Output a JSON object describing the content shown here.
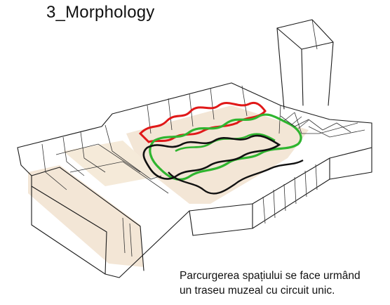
{
  "title": "3_Morphology",
  "caption": {
    "line1": "Parcurgerea spațiului se face urmând",
    "line2": "un traseu muzeal cu circuit unic."
  },
  "colors": {
    "route_red": "#e01818",
    "route_green": "#2fb52f",
    "route_black": "#111111",
    "floor_tint": "#f3e6d6"
  }
}
